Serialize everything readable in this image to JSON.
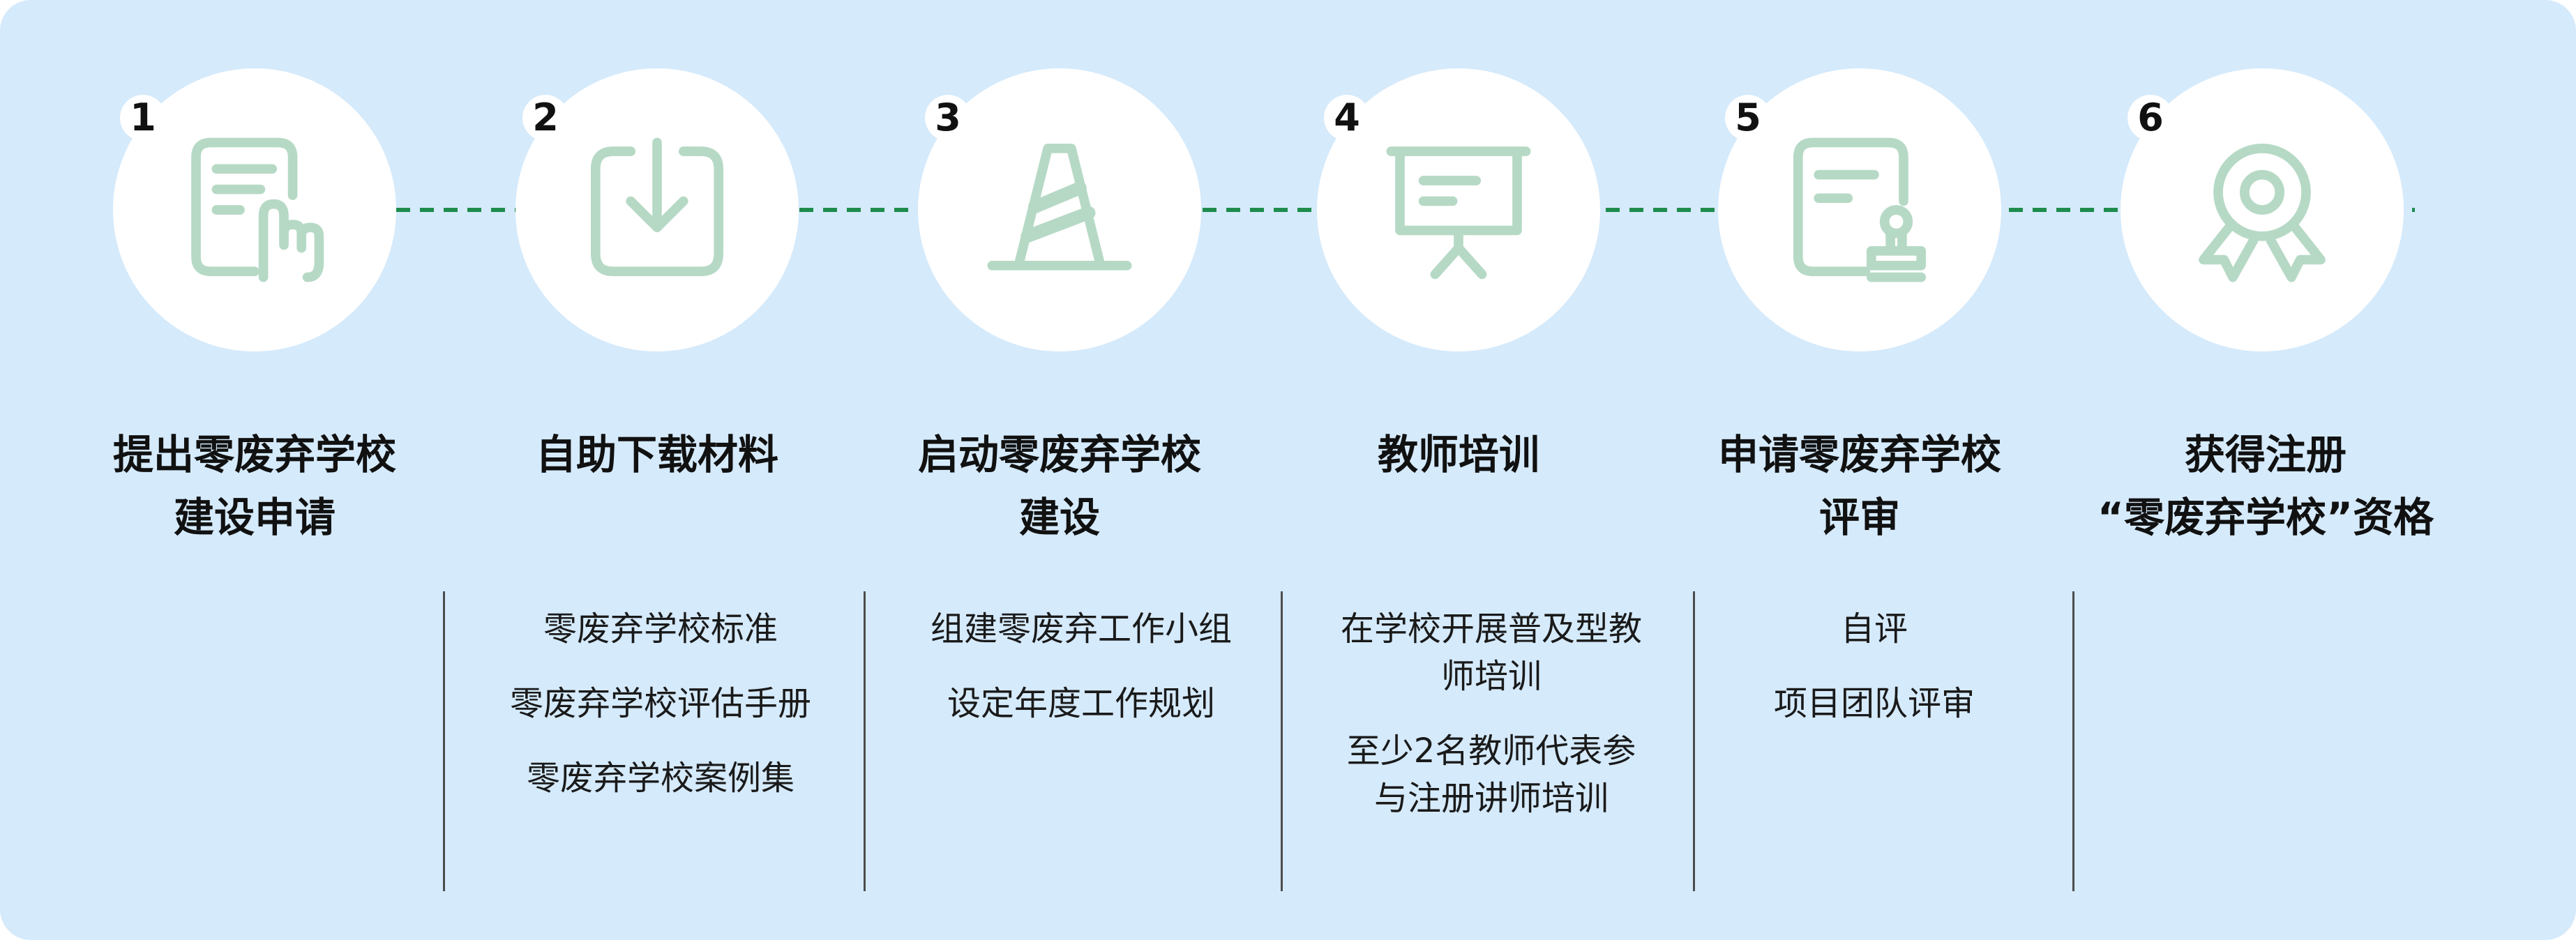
{
  "colors": {
    "background": "#D5EAFB",
    "circle": "#FFFFFF",
    "icon": "#B6D9C5",
    "connector": "#1E8C4C",
    "divider": "#4D4D4D",
    "text": "#111111",
    "item": "#1A1A1A"
  },
  "steps": [
    {
      "number": "1",
      "icon": "document-hand-icon",
      "title": [
        "提出零废弃学校",
        "建设申请"
      ],
      "items": []
    },
    {
      "number": "2",
      "icon": "download-icon",
      "title": [
        "自助下载材料"
      ],
      "items": [
        [
          "零废弃学校标准"
        ],
        [
          "零废弃学校评估手册"
        ],
        [
          "零废弃学校案例集"
        ]
      ]
    },
    {
      "number": "3",
      "icon": "traffic-cone-icon",
      "title": [
        "启动零废弃学校",
        "建设"
      ],
      "items": [
        [
          "组建零废弃工作小组"
        ],
        [
          "设定年度工作规划"
        ]
      ]
    },
    {
      "number": "4",
      "icon": "presentation-board-icon",
      "title": [
        "教师培训"
      ],
      "items": [
        [
          "在学校开展普及型教",
          "师培训"
        ],
        [
          "至少2名教师代表参",
          "与注册讲师培训"
        ]
      ]
    },
    {
      "number": "5",
      "icon": "document-stamp-icon",
      "title": [
        "申请零废弃学校",
        "评审"
      ],
      "items": [
        [
          "自评"
        ],
        [
          "项目团队评审"
        ]
      ]
    },
    {
      "number": "6",
      "icon": "award-medal-icon",
      "title": [
        "获得注册",
        "“零废弃学校”资格"
      ],
      "items": []
    }
  ]
}
